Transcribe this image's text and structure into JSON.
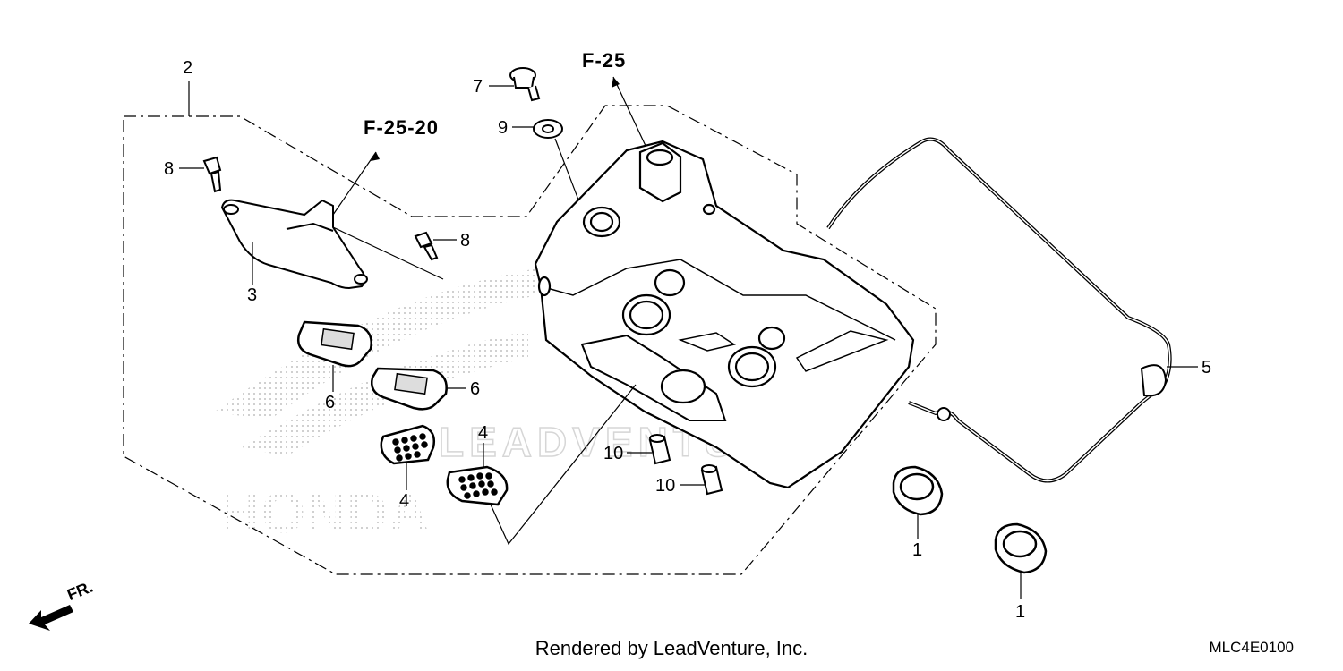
{
  "diagram": {
    "reference_codes": [
      "F-25",
      "F-25-20"
    ],
    "callouts": {
      "c1a": "1",
      "c1b": "1",
      "c2": "2",
      "c3": "3",
      "c4a": "4",
      "c4b": "4",
      "c5": "5",
      "c6a": "6",
      "c6b": "6",
      "c7": "7",
      "c8a": "8",
      "c8b": "8",
      "c9": "9",
      "c10a": "10",
      "c10b": "10"
    },
    "watermark": "LEADVENTURE",
    "background_logo": "HONDA",
    "front_indicator": "FR."
  },
  "footer": {
    "credit": "Rendered by LeadVenture, Inc.",
    "diagram_code": "MLC4E0100"
  }
}
